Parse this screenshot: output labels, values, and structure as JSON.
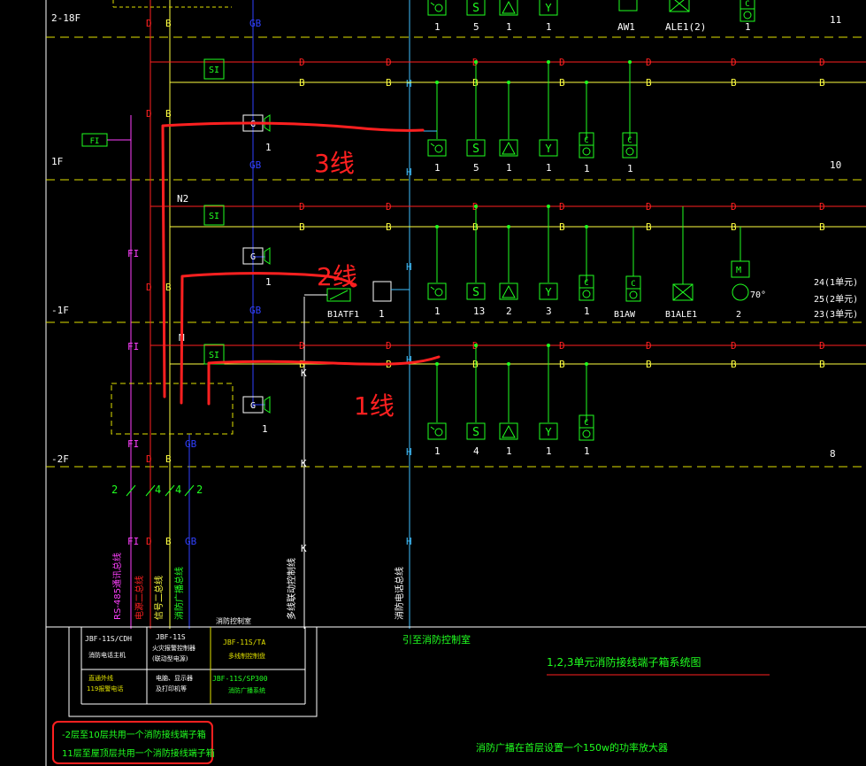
{
  "levels": [
    {
      "id": "2-18f",
      "label": "2-18F",
      "right": "11"
    },
    {
      "id": "1f",
      "label": "1F",
      "right": "10"
    },
    {
      "id": "-1f",
      "label": "-1F",
      "right": ""
    },
    {
      "id": "-2f",
      "label": "-2F",
      "right": "8"
    }
  ],
  "bus_labels": {
    "d": "D",
    "b": "B",
    "h": "H",
    "gb": "GB",
    "fi": "FI",
    "si": "SI",
    "g": "G",
    "n2": "N2",
    "m": "M",
    "fi_box": "FI",
    "k": "K"
  },
  "top_row": {
    "counts": [
      "1",
      "5",
      "1",
      "1"
    ],
    "extra": [
      {
        "label": "AW1",
        "count": ""
      },
      {
        "label": "ALE1(2)",
        "count": ""
      },
      {
        "label": "",
        "count": "1"
      }
    ]
  },
  "f1_row": {
    "counts": [
      "1",
      "5",
      "1",
      "1",
      "1",
      "1"
    ],
    "speaker_count": "1"
  },
  "m1_row": {
    "left_labels": [
      {
        "label": "B1ATF1"
      },
      {
        "label": "1"
      }
    ],
    "counts": [
      "1",
      "13",
      "2",
      "3",
      "1"
    ],
    "named": [
      {
        "label": "B1AW"
      },
      {
        "label": "B1ALE1"
      },
      {
        "label": "2"
      }
    ],
    "angle": "70°",
    "units": [
      "24(1单元)",
      "25(2单元)",
      "23(3单元)"
    ],
    "speaker_count": "1"
  },
  "m2_row": {
    "counts": [
      "1",
      "4",
      "1",
      "1",
      "1"
    ],
    "speaker_count": "1"
  },
  "bottom_counts": [
    "2",
    "4",
    "4",
    "2"
  ],
  "vertical_labels": [
    "RS-485通讯总线",
    "电源二总线",
    "信号二总线",
    "消防广播总线",
    "多线联动控制线",
    "消防电话总线"
  ],
  "to_control_room": "引至消防控制室",
  "system_title": "1,2,3单元消防接线端子箱系统图",
  "control_room": {
    "title": "消防控制室",
    "cells": [
      {
        "line1": "JBF-11S/CDH",
        "line2": "消防电话主机"
      },
      {
        "line1": "JBF-11S",
        "line2": "火灾报警控制器",
        "line3": "(联动型电源)"
      },
      {
        "line1": "JBF-11S/TA",
        "line2": "多线制控制盘"
      },
      {
        "line1": "直通外线",
        "line2": "119报警电话"
      },
      {
        "line1": "电脑、显示器",
        "line2": "及打印机等"
      },
      {
        "line1": "JBF-11S/SP300",
        "line2": "消防广播系统"
      }
    ]
  },
  "notes": [
    "-2层至10层共用一个消防接线端子箱",
    "11层至屋顶层共用一个消防接线端子箱"
  ],
  "footer_note": "消防广播在首层设置一个150w的功率放大器",
  "annotations": [
    "3线",
    "2线",
    "1线"
  ],
  "colors": {
    "bg": "#000000",
    "d_line": "#ff2020",
    "b_line": "#ffff40",
    "gb_line": "#3040ff",
    "fi_line": "#ff40ff",
    "h_line": "#40c0ff",
    "green": "#20ff20",
    "grid": "#e0e000",
    "red_annot": "#ff2020",
    "white": "#ffffff",
    "cyan": "#40ffff"
  }
}
